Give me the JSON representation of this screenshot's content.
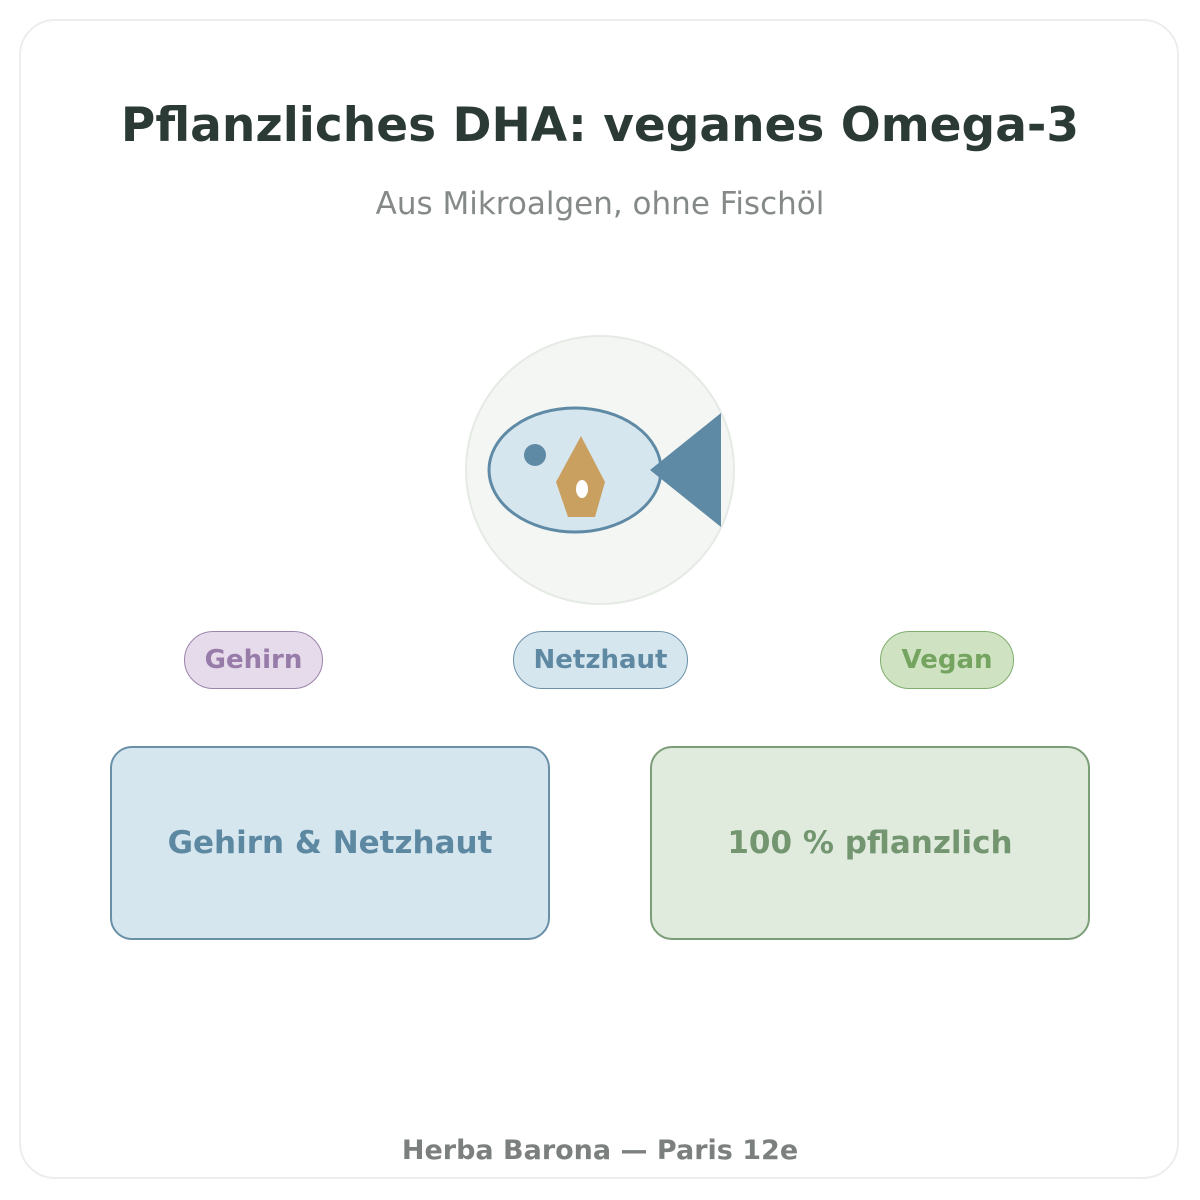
{
  "header": {
    "title": "Pflanzliches DHA: veganes Omega-3",
    "subtitle": "Aus Mikroalgen, ohne Fischöl"
  },
  "emblem": {
    "icon": "fish-with-algae-drop-icon",
    "colors": {
      "circle_fill": "#f4f6f3",
      "circle_stroke": "#e6eae5",
      "fish_body": "#d6e6ef",
      "fish_outline": "#5f8aa5",
      "drop": "#c9a060"
    }
  },
  "tags": [
    {
      "label": "Gehirn",
      "color": "#977ba9"
    },
    {
      "label": "Netzhaut",
      "color": "#5f89a3"
    },
    {
      "label": "Vegan",
      "color": "#74a45f"
    }
  ],
  "benefits": [
    {
      "label": "Gehirn & Netzhaut",
      "color": "#5d88a2"
    },
    {
      "label": "100 % pflanzlich",
      "color": "#739670"
    }
  ],
  "footer": {
    "text": "Herba Barona — Paris 12e"
  }
}
